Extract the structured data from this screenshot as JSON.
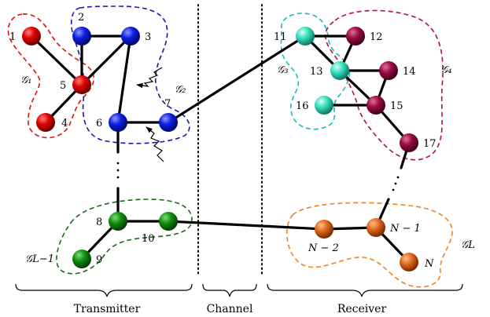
{
  "colors": {
    "red": "#cc0000",
    "blue": "#0a1bd6",
    "cyan": "#2fd4b4",
    "maroon": "#8a0a3a",
    "green": "#0d8a0d",
    "orange": "#e06a1e"
  },
  "nodes": {
    "n1": "1",
    "n2": "2",
    "n3": "3",
    "n4": "4",
    "n5": "5",
    "n6": "6",
    "n7": "7",
    "n8": "8",
    "n9": "9",
    "n10": "10",
    "n11": "11",
    "n12": "12",
    "n13": "13",
    "n14": "14",
    "n15": "15",
    "n16": "16",
    "n17": "17",
    "nNm1": "N − 1",
    "nNm2": "N − 2",
    "nN": "N"
  },
  "groups": {
    "g1": "𝒢₁",
    "g2": "𝒢₂",
    "g3": "𝒢₃",
    "g4": "𝒢₄",
    "gLjm1": "𝒢L−1",
    "gLj": "𝒢L"
  },
  "sections": {
    "transmitter": "Transmitter",
    "channel": "Channel",
    "receiver": "Receiver"
  }
}
